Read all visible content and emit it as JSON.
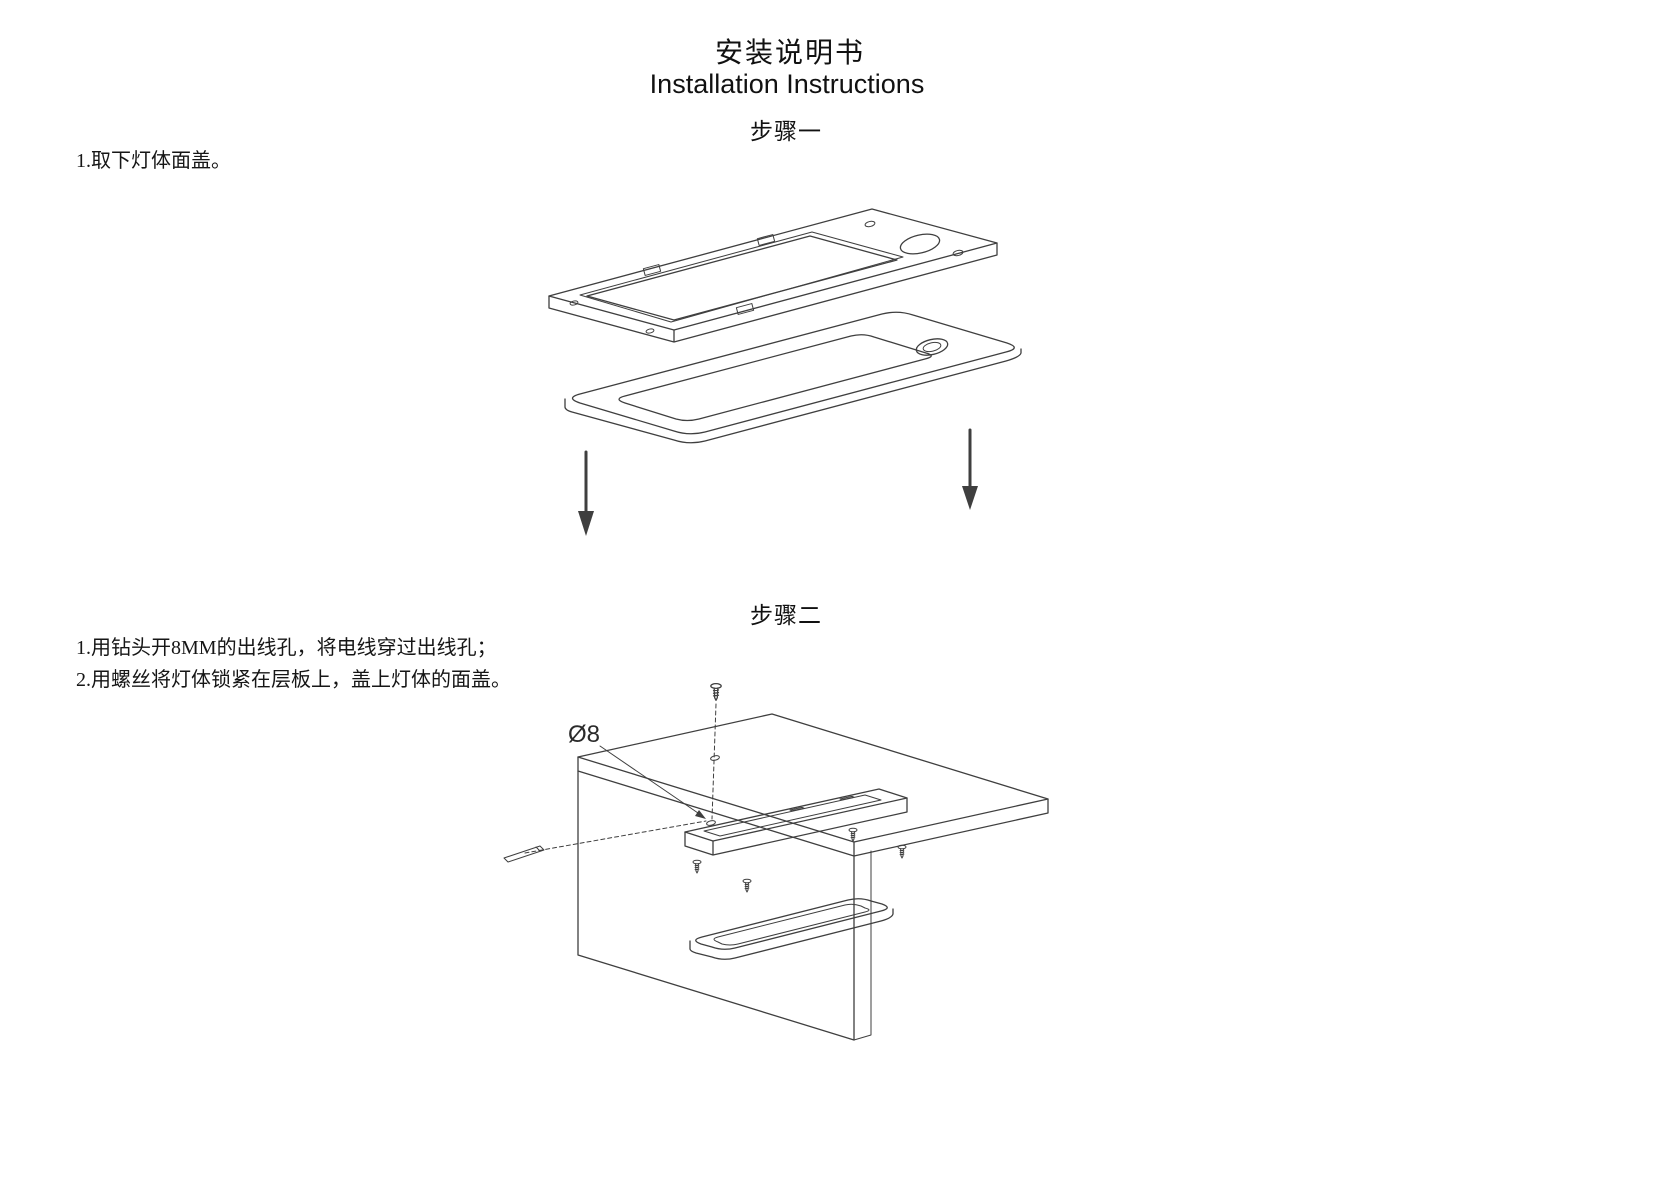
{
  "header": {
    "title_zh": "安装说明书",
    "title_en": "Installation Instructions"
  },
  "step1": {
    "heading": "步骤一",
    "instructions": [
      "1.取下灯体面盖。"
    ]
  },
  "step2": {
    "heading": "步骤二",
    "instructions": [
      "1.用钻头开8MM的出线孔，将电线穿过出线孔；",
      "2.用螺丝将灯体锁紧在层板上，盖上灯体的面盖。"
    ],
    "diameter_label": "Ø8"
  },
  "colors": {
    "line": "#3f3f3f",
    "text": "#111111",
    "background": "#ffffff"
  }
}
